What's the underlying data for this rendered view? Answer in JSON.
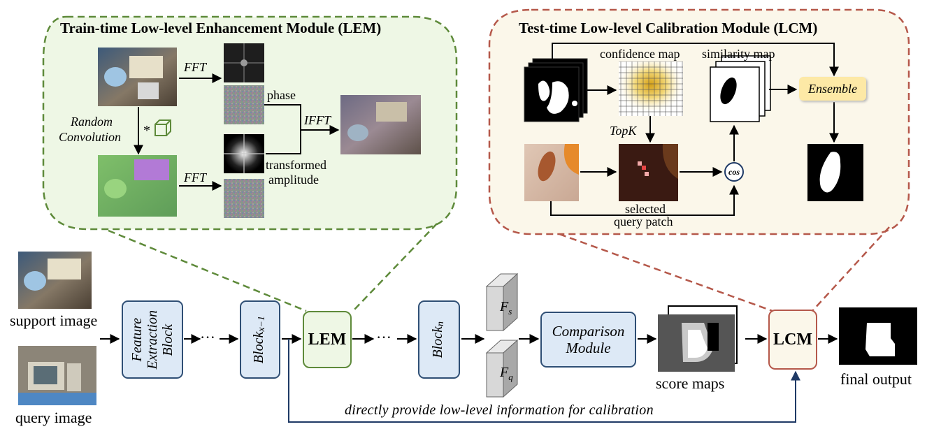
{
  "lem_panel": {
    "title": "Train-time Low-level Enhancement Module (LEM)",
    "fft_top": "FFT",
    "fft_bottom": "FFT",
    "random_conv_1": "Random",
    "random_conv_2": "Convolution",
    "conv_star": "*",
    "phase": "phase",
    "ifft": "IFFT",
    "transformed_1": "transformed",
    "transformed_2": "amplitude"
  },
  "lcm_panel": {
    "title": "Test-time Low-level Calibration Module (LCM)",
    "confidence_map": "confidence map",
    "similarity_map": "similarity map",
    "ensemble": "Ensemble",
    "topk": "TopK",
    "cos": "cos",
    "selected_1": "selected",
    "selected_2": "query patch"
  },
  "pipeline": {
    "support_image": "support image",
    "query_image": "query image",
    "feature_block": [
      "Feature",
      "Extraction",
      "Block"
    ],
    "block_x1": "Block",
    "block_x1_sub": "x−1",
    "lem": "LEM",
    "block_n": "Block",
    "block_n_sub": "n",
    "f_s": "F",
    "f_s_sub": "s",
    "f_q": "F",
    "f_q_sub": "q",
    "comparison": [
      "Comparison",
      "Module"
    ],
    "score_maps": "score maps",
    "lcm": "LCM",
    "final_output": "final output",
    "ellipsis": "···",
    "bottom_caption": "directly provide low-level information for calibration"
  },
  "colors": {
    "lem_green": "#5e8a3a",
    "lcm_red": "#b5584a",
    "block_blue": "#2f4f75",
    "ensemble_yellow": "#fde9a6"
  }
}
